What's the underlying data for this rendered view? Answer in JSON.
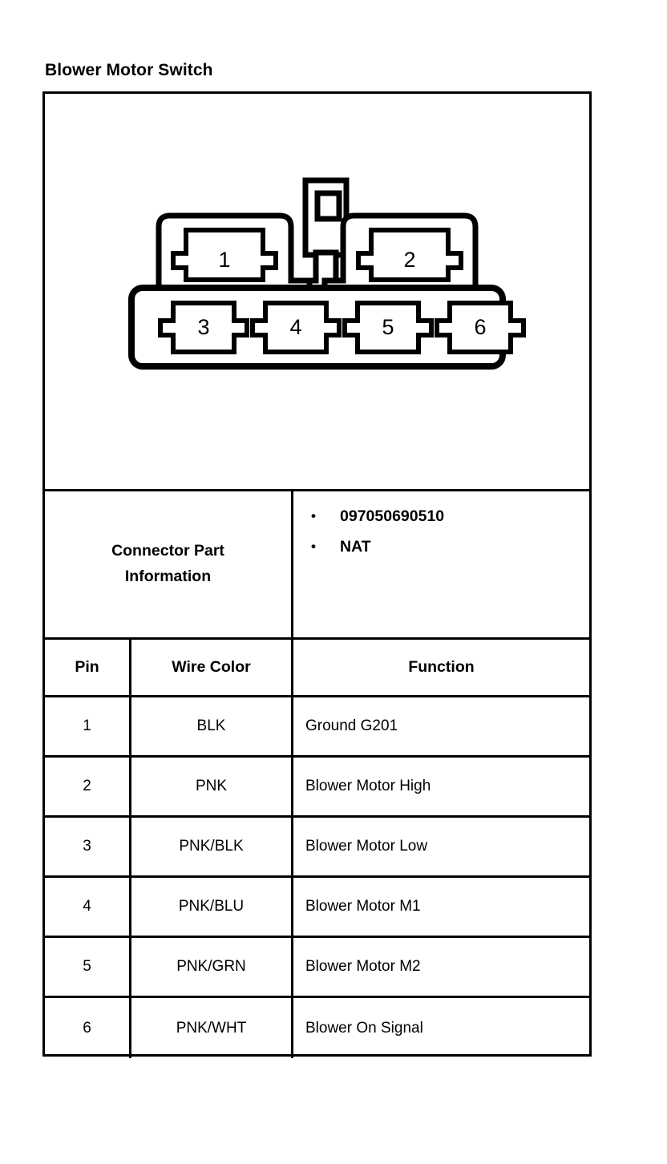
{
  "page": {
    "title": "Blower Motor Switch"
  },
  "connector_diagram": {
    "name": "6-way connector face view",
    "latch_tab": "latch-tab",
    "upper_row_pins": [
      "1",
      "2"
    ],
    "lower_row_pins": [
      "3",
      "4",
      "5",
      "6"
    ],
    "stroke_color": "#000000",
    "fill_color": "#ffffff"
  },
  "connector_part_information": {
    "label_line_1": "Connector Part",
    "label_line_2": "Information",
    "bullet_glyph": "•",
    "values": [
      "097050690510",
      "NAT"
    ]
  },
  "pin_table": {
    "headers": {
      "pin": "Pin",
      "wire_color": "Wire Color",
      "function": "Function"
    },
    "rows": [
      {
        "pin": "1",
        "wire_color": "BLK",
        "function": "Ground G201"
      },
      {
        "pin": "2",
        "wire_color": "PNK",
        "function": "Blower Motor High"
      },
      {
        "pin": "3",
        "wire_color": "PNK/BLK",
        "function": "Blower Motor Low"
      },
      {
        "pin": "4",
        "wire_color": "PNK/BLU",
        "function": "Blower Motor M1"
      },
      {
        "pin": "5",
        "wire_color": "PNK/GRN",
        "function": "Blower Motor M2"
      },
      {
        "pin": "6",
        "wire_color": "PNK/WHT",
        "function": "Blower On Signal"
      }
    ]
  }
}
